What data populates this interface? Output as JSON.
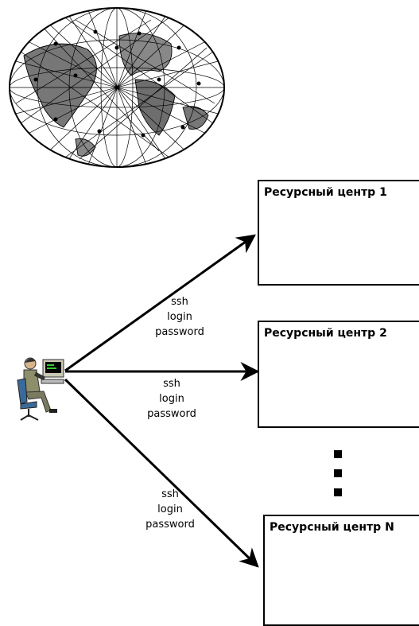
{
  "resource_centers": [
    {
      "title": "Ресурсный центр 1"
    },
    {
      "title": "Ресурсный центр 2"
    },
    {
      "title": "Ресурсный центр N"
    }
  ],
  "connections": [
    {
      "protocol": "ssh",
      "login": "login",
      "password": "password"
    },
    {
      "protocol": "ssh",
      "login": "login",
      "password": "password"
    },
    {
      "protocol": "ssh",
      "login": "login",
      "password": "password"
    }
  ],
  "icons": {
    "globe": "globe-mesh-icon",
    "user": "user-at-computer-icon",
    "server": "server-tower-icon",
    "supercomputer": "supercomputer-icon"
  }
}
